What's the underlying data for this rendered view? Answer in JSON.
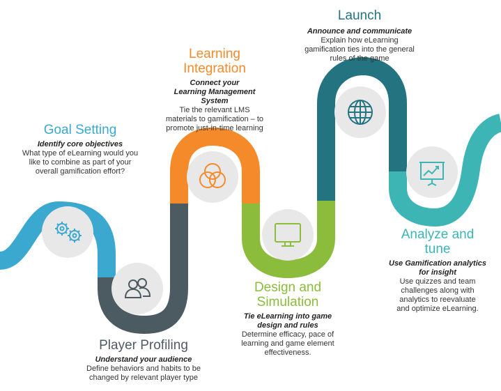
{
  "stages": [
    {
      "id": "goal-setting",
      "title": "Goal Setting",
      "subtitle": "Identify core objectives",
      "description": "What type of eLearning would you like to combine as part of your overall gamification effort?",
      "color": "#3ba9cf",
      "icon": "gears-icon"
    },
    {
      "id": "player-profiling",
      "title": "Player Profiling",
      "subtitle": "Understand your audience",
      "description": "Define behaviors and habits to be changed by relevant player type",
      "color": "#4b5b61",
      "icon": "users-icon"
    },
    {
      "id": "learning-integration",
      "title": "Learning Integration",
      "subtitle": "Connect your Learning Management System",
      "description": "Tie the relevant LMS materials to gamification – to promote just-in-time learning",
      "color": "#f58a2a",
      "icon": "venn-circles-icon"
    },
    {
      "id": "design-simulation",
      "title": "Design and Simulation",
      "subtitle": "Tie eLearning into game design and rules",
      "description": "Determine efficacy, pace of learning and game element effectiveness.",
      "color": "#8cbc3c",
      "icon": "monitor-icon"
    },
    {
      "id": "launch",
      "title": "Launch",
      "subtitle": "Announce and communicate",
      "description": "Explain how eLearning gamification ties into the general rules of the game",
      "color": "#237380",
      "icon": "globe-icon"
    },
    {
      "id": "analyze-tune",
      "title": "Analyze and tune",
      "subtitle": "Use Gamification analytics for insight",
      "description": "Use quizzes and team challenges along with analytics to reevaluate and optimize eLearning.",
      "color": "#3db5b5",
      "icon": "chart-presentation-icon"
    }
  ]
}
